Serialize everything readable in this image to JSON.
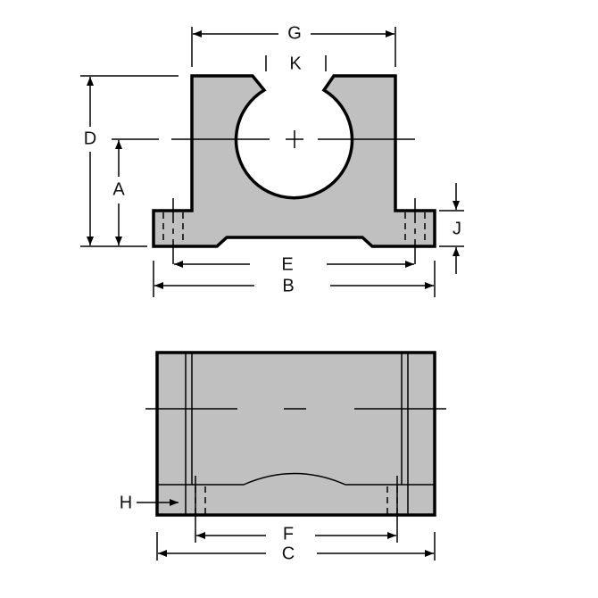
{
  "drawing": {
    "fill_color": "#c0c0c0",
    "line_color": "#000000",
    "labels": {
      "G": "G",
      "K": "K",
      "D": "D",
      "A": "A",
      "J": "J",
      "E": "E",
      "B": "B",
      "H": "H",
      "F": "F",
      "C": "C"
    }
  }
}
